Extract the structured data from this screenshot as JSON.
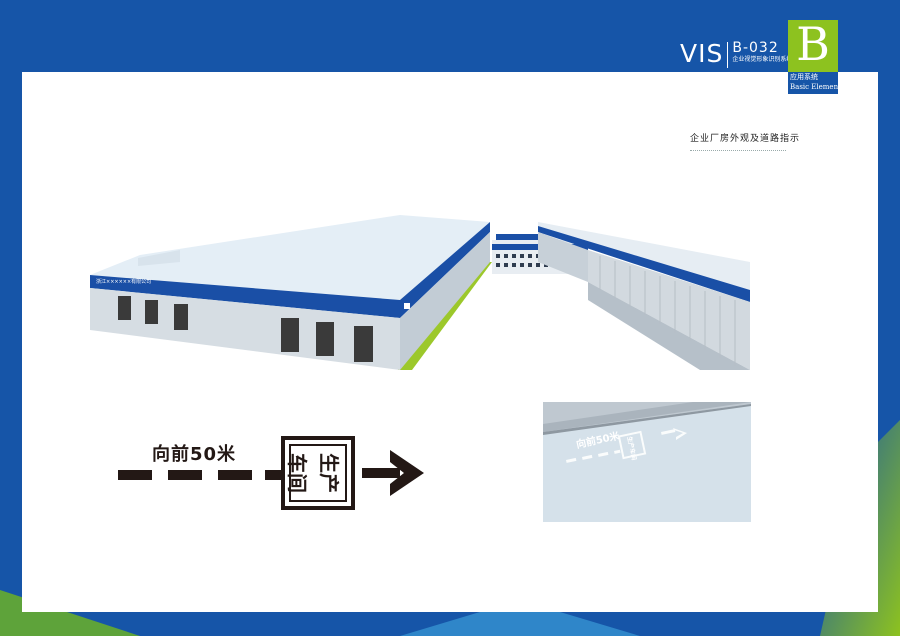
{
  "header": {
    "vis": "VIS",
    "code": "B-032",
    "subtitle": "企业视觉形象识别系统"
  },
  "badge": {
    "letter": "B",
    "label_cn": "应用系统",
    "label_en": "Basic Element"
  },
  "page_title": "企业厂房外观及道路指示",
  "building": {
    "company_sign": "浙江××××××有限公司"
  },
  "road_sign": {
    "direction_text": "向前50米",
    "box_text_left": "车间",
    "box_text_right": "生产"
  },
  "photo": {
    "direction_text": "向前50米",
    "box_text": "生产车间"
  },
  "colors": {
    "brand_blue": "#1655a8",
    "accent_green": "#8dc21f",
    "sign_black": "#231815"
  }
}
